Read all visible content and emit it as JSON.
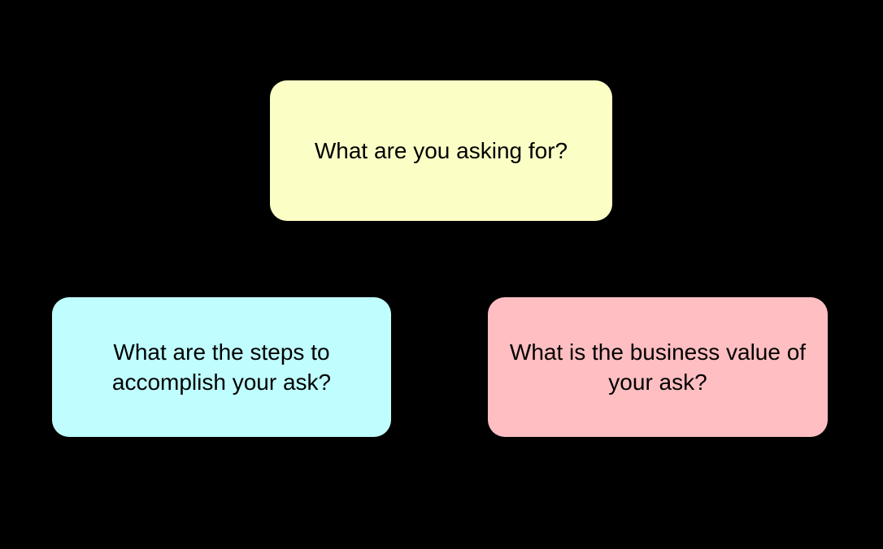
{
  "diagram": {
    "background_color": "#000000",
    "text_color": "#000000",
    "nodes": [
      {
        "id": "ask",
        "label": "What are you asking for?",
        "fill": "#FCFFC5",
        "position": "top-center"
      },
      {
        "id": "steps",
        "label": "What are the steps to accomplish your ask?",
        "fill": "#BFFDFF",
        "position": "bottom-left"
      },
      {
        "id": "business-value",
        "label": "What is the business value of your ask?",
        "fill": "#FFBEC1",
        "position": "bottom-right"
      }
    ]
  }
}
